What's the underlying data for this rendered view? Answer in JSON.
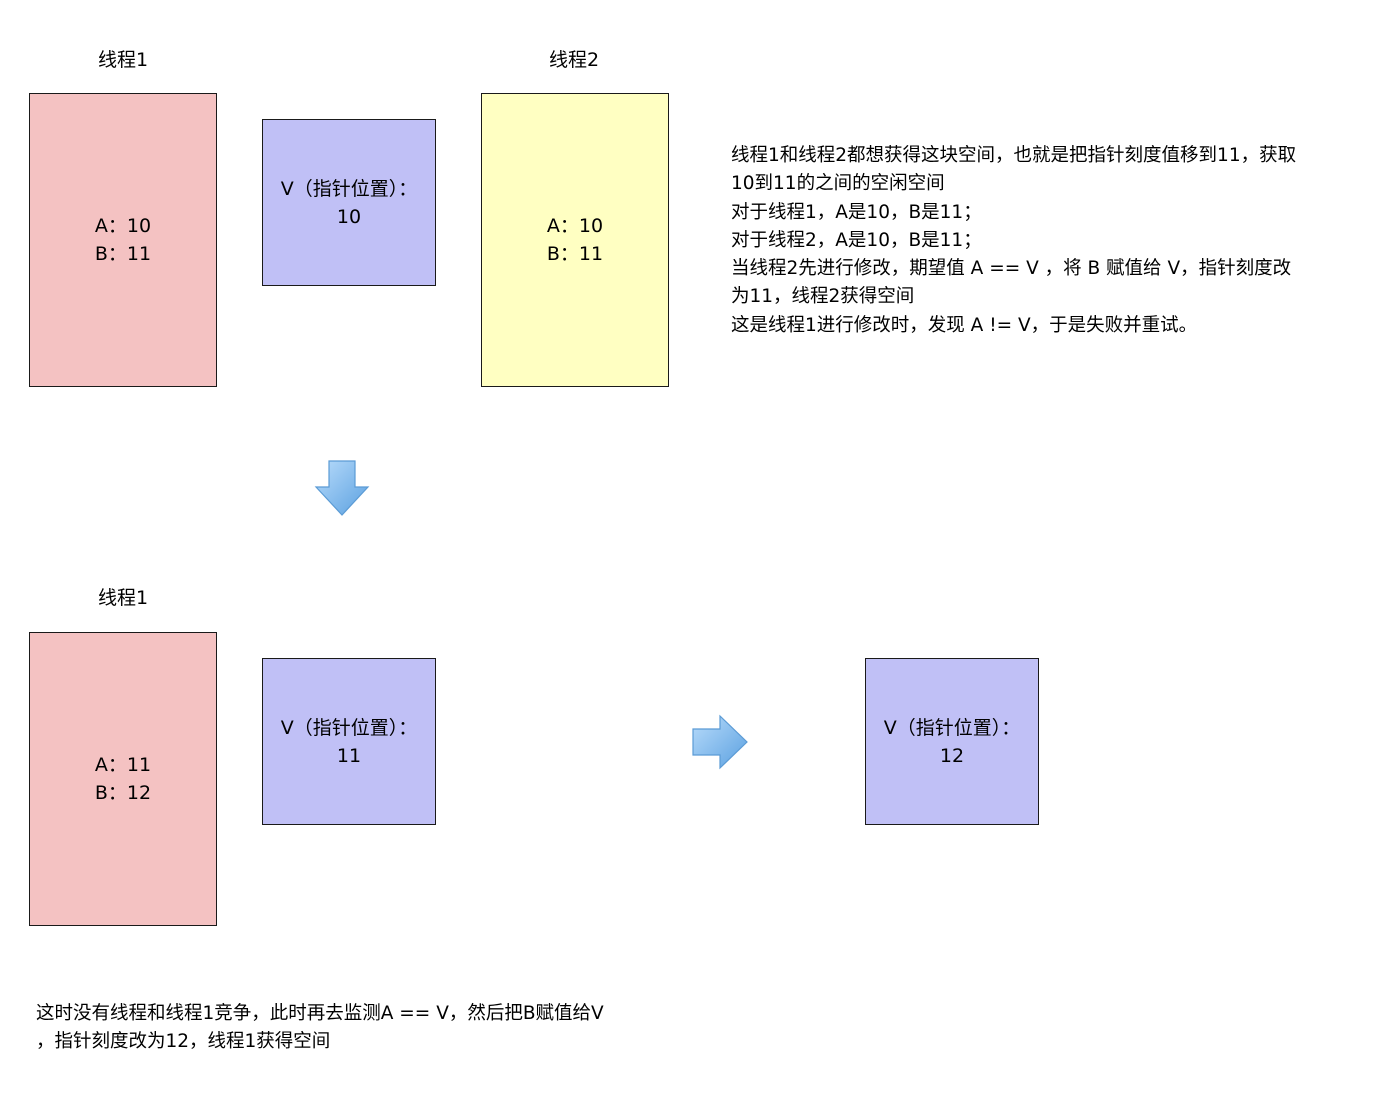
{
  "top": {
    "thread1_label": "线程1",
    "thread2_label": "线程2",
    "thread1_box": {
      "line1": "A：10",
      "line2": "B：11"
    },
    "pointer_box": {
      "line1": "V（指针位置）：",
      "line2": "10"
    },
    "thread2_box": {
      "line1": "A：10",
      "line2": "B：11"
    },
    "explanation": [
      "线程1和线程2都想获得这块空间，也就是把指针刻度值移到11，获取",
      "10到11的之间的空闲空间",
      "对于线程1，A是10，B是11；",
      "对于线程2，A是10，B是11；",
      "当线程2先进行修改，期望值 A == V ，将 B 赋值给 V，指针刻度改",
      "为11，线程2获得空间",
      "这是线程1进行修改时，发现 A != V，于是失败并重试。"
    ]
  },
  "bottom": {
    "thread1_label": "线程1",
    "thread1_box": {
      "line1": "A：11",
      "line2": "B：12"
    },
    "pointer_box_before": {
      "line1": "V（指针位置）：",
      "line2": "11"
    },
    "pointer_box_after": {
      "line1": "V（指针位置）：",
      "line2": "12"
    },
    "explanation": [
      "这时没有线程和线程1竞争，此时再去监测A == V，然后把B赋值给V",
      "，指针刻度改为12，线程1获得空间"
    ]
  },
  "colors": {
    "thread1_fill": "#f4c2c2",
    "thread2_fill": "#ffffc2",
    "pointer_fill": "#c0c0f6",
    "arrow_fill": "#7fb8ea"
  },
  "icons": {
    "down_arrow": "down-arrow-icon",
    "right_arrow": "right-arrow-icon"
  }
}
